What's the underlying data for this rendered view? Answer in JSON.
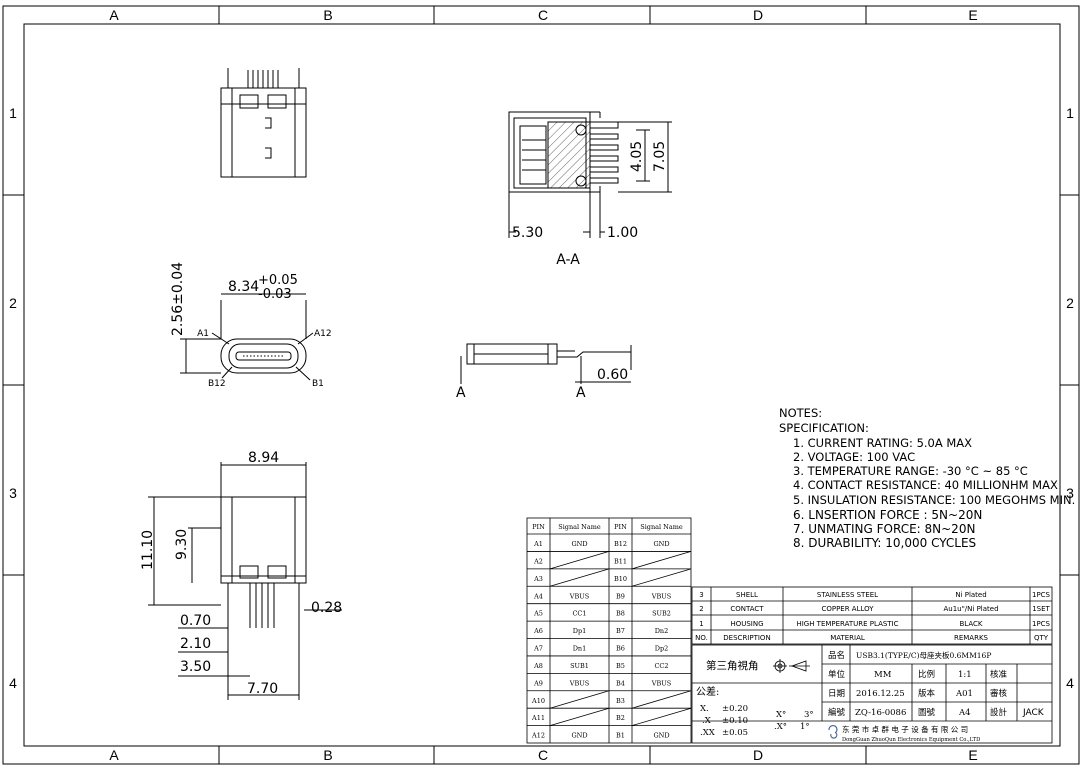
{
  "zones": {
    "columns": [
      "A",
      "B",
      "C",
      "D",
      "E"
    ],
    "rows": [
      "1",
      "2",
      "3",
      "4"
    ]
  },
  "dimensions": {
    "section_label": "A-A",
    "d_5_30": "5.30",
    "d_1_00": "1.00",
    "d_4_05": "4.05",
    "d_7_05": "7.05",
    "d_8_34": "8.34",
    "tol_plus": "+0.05",
    "tol_minus": "-0.03",
    "d_2_56": "2.56±0.04",
    "a1": "A1",
    "a12": "A12",
    "b12": "B12",
    "b1": "B1",
    "d_0_60": "0.60",
    "sec_a_left": "A",
    "sec_a_right": "A",
    "d_8_94": "8.94",
    "d_11_10": "11.10",
    "d_9_30": "9.30",
    "d_0_70": "0.70",
    "d_0_28": "0.28",
    "d_2_10": "2.10",
    "d_3_50": "3.50",
    "d_7_70": "7.70"
  },
  "notes": {
    "title": "NOTES:",
    "subtitle": "SPECIFICATION:",
    "items": [
      "1. CURRENT RATING: 5.0A MAX",
      "2. VOLTAGE: 100 VAC",
      "3. TEMPERATURE RANGE: -30 °C ~ 85 °C",
      "4. CONTACT RESISTANCE: 40 MILLIONHM MAX",
      "5. INSULATION RESISTANCE: 100 MEGOHMS MIN.",
      "6. LNSERTION  FORCE : 5N~20N",
      "7. UNMATING FORCE: 8N~20N",
      "8. DURABILITY:    10,000 CYCLES"
    ]
  },
  "pin_table": {
    "headers": [
      "PIN",
      "Signal Name",
      "PIN",
      "Signal Name"
    ],
    "rows": [
      [
        "A1",
        "GND",
        "B12",
        "GND"
      ],
      [
        "A2",
        "",
        "B11",
        ""
      ],
      [
        "A3",
        "",
        "B10",
        ""
      ],
      [
        "A4",
        "VBUS",
        "B9",
        "VBUS"
      ],
      [
        "A5",
        "CC1",
        "B8",
        "SUB2"
      ],
      [
        "A6",
        "Dp1",
        "B7",
        "Dn2"
      ],
      [
        "A7",
        "Dn1",
        "B6",
        "Dp2"
      ],
      [
        "A8",
        "SUB1",
        "B5",
        "CC2"
      ],
      [
        "A9",
        "VBUS",
        "B4",
        "VBUS"
      ],
      [
        "A10",
        "",
        "B3",
        ""
      ],
      [
        "A11",
        "",
        "B2",
        ""
      ],
      [
        "A12",
        "GND",
        "B1",
        "GND"
      ]
    ]
  },
  "bom": {
    "rows": [
      [
        "3",
        "SHELL",
        "STAINLESS STEEL",
        "Ni Plated",
        "1PCS"
      ],
      [
        "2",
        "CONTACT",
        "COPPER ALLOY",
        "Au1u\"/Ni Plated",
        "1SET"
      ],
      [
        "1",
        "HOUSING",
        "HIGH TEMPERATURE PLASTIC",
        "BLACK",
        "1PCS"
      ],
      [
        "NO.",
        "DESCRIPTION",
        "MATERIAL",
        "REMARKS",
        "QTY"
      ]
    ]
  },
  "title_block": {
    "projection": "第三角視角",
    "name_label": "品名",
    "name_value": "USB3.1(TYPE/C)母座夹板0.6MM16P",
    "unit_label": "单位",
    "unit_value": "MM",
    "scale_label": "比例",
    "scale_value": "1:1",
    "approve_label": "核准",
    "tolerance_label": "公差:",
    "tol_x": "X.",
    "tol_x_val": "±0.20",
    "tol_x1": ".X",
    "tol_x1_val": "±0.10",
    "tol_xx": ".XX",
    "tol_xx_val": "±0.05",
    "angle1": "X°",
    "angle1_val": "3°",
    "angle2": ".X°",
    "angle2_val": "1°",
    "date_label": "日期",
    "date_value": "2016.12.25",
    "version_label": "版本",
    "version_value": "A01",
    "review_label": "審核",
    "number_label": "編號",
    "number_value": "ZQ-16-0086",
    "drawing_label": "圖號",
    "drawing_value": "A4",
    "design_label": "設計",
    "design_value": "JACK",
    "company_cn": "东 莞 市 卓 群 电 子 设 备 有 限 公 司",
    "company_en": "DongGuan ZhuoQun Electronics Equipment Co.,LTD"
  },
  "colors": {
    "line": "#000000",
    "background": "#ffffff"
  }
}
